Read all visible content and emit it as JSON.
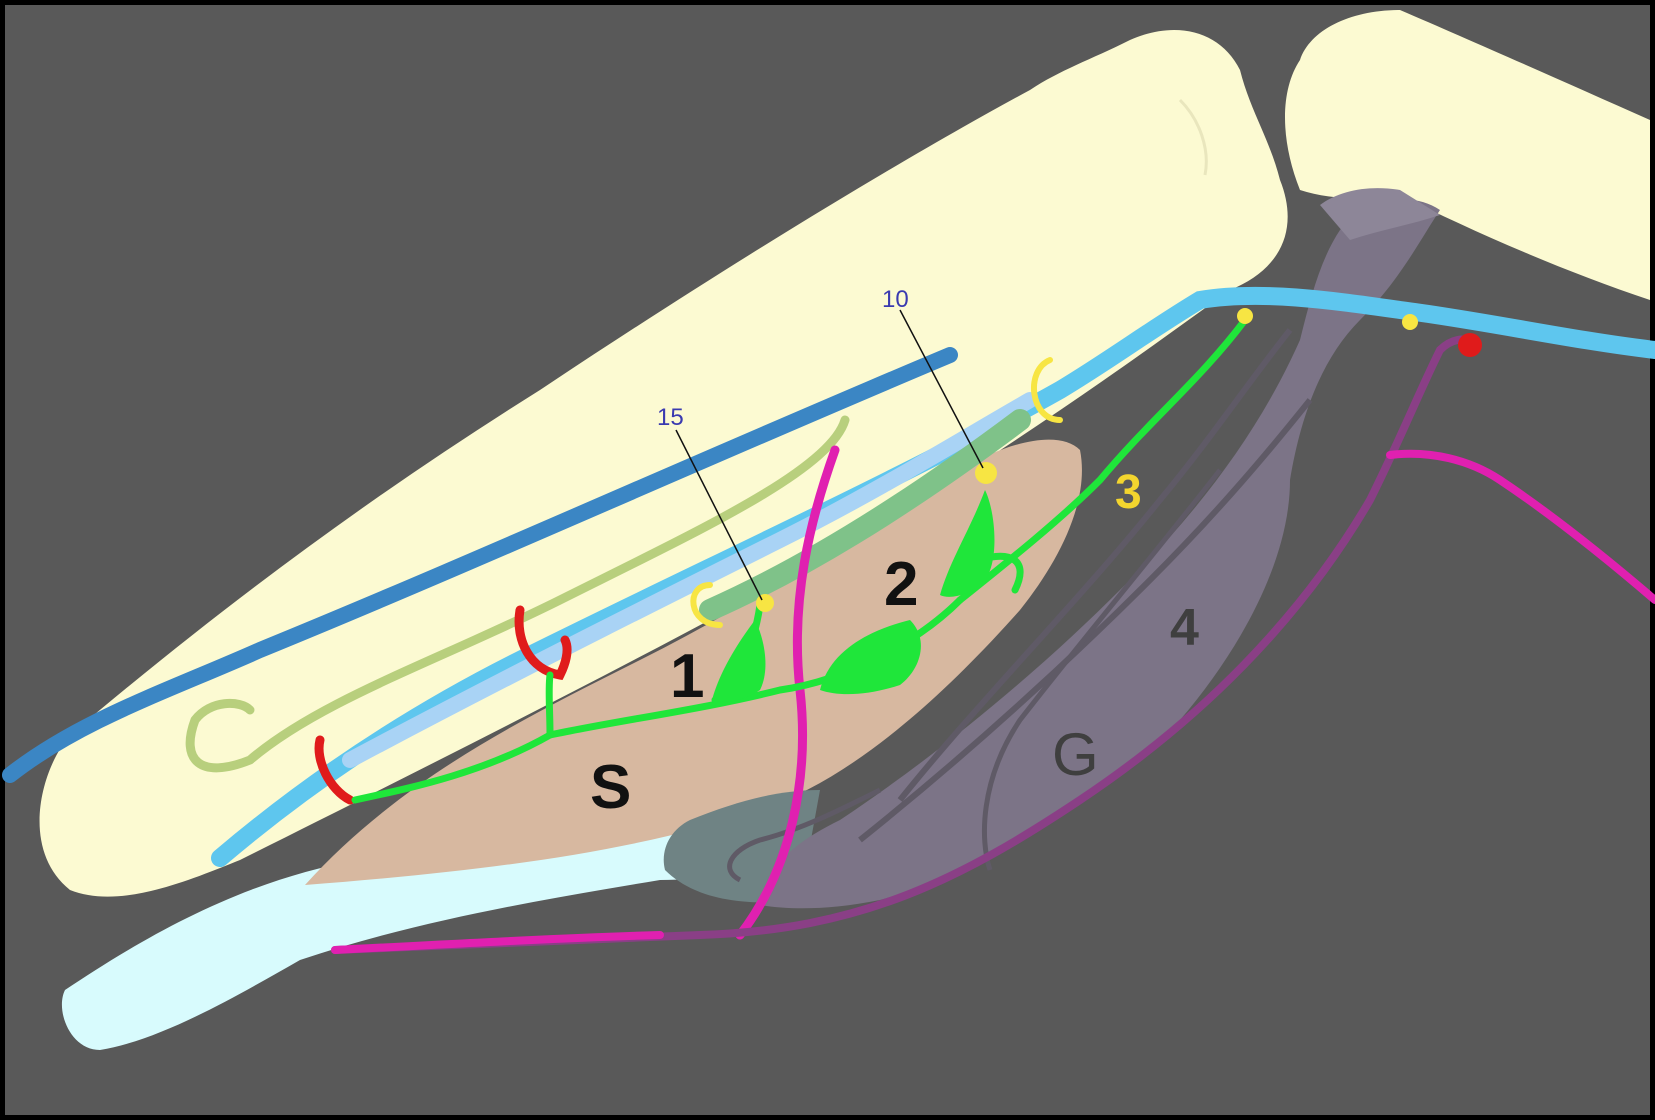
{
  "labels": {
    "s": "S",
    "one": "1",
    "two": "2",
    "three": "3",
    "four": "4",
    "g": "G",
    "ten": "10",
    "fifteen": "15"
  },
  "colors": {
    "frame": "#000000",
    "background": "#595959",
    "bone": "#fcfad2",
    "bone_edge": "#e9e6bd",
    "light_cyan_bone": "#d8fbfd",
    "tan_muscle": "#d7b8a0",
    "gray_muscle": "#7c7487",
    "gray_muscle_dark": "#5f5a66",
    "teal_gray": "#6f8384",
    "blue_dark": "#3b86c4",
    "blue_sky": "#5ec6ee",
    "blue_light": "#a9d3f5",
    "green_nerve": "#1fe63a",
    "green_muted": "#7fc289",
    "olive": "#b8cf7d",
    "red": "#e01b1b",
    "yellow": "#f7e543",
    "magenta": "#e020b0",
    "purple_vessel": "#8a3f86",
    "label_dark": "#111111",
    "label_gray": "#3f3f3f",
    "label_yellow": "#f3d52e",
    "label_blue": "#3a3ab0"
  }
}
